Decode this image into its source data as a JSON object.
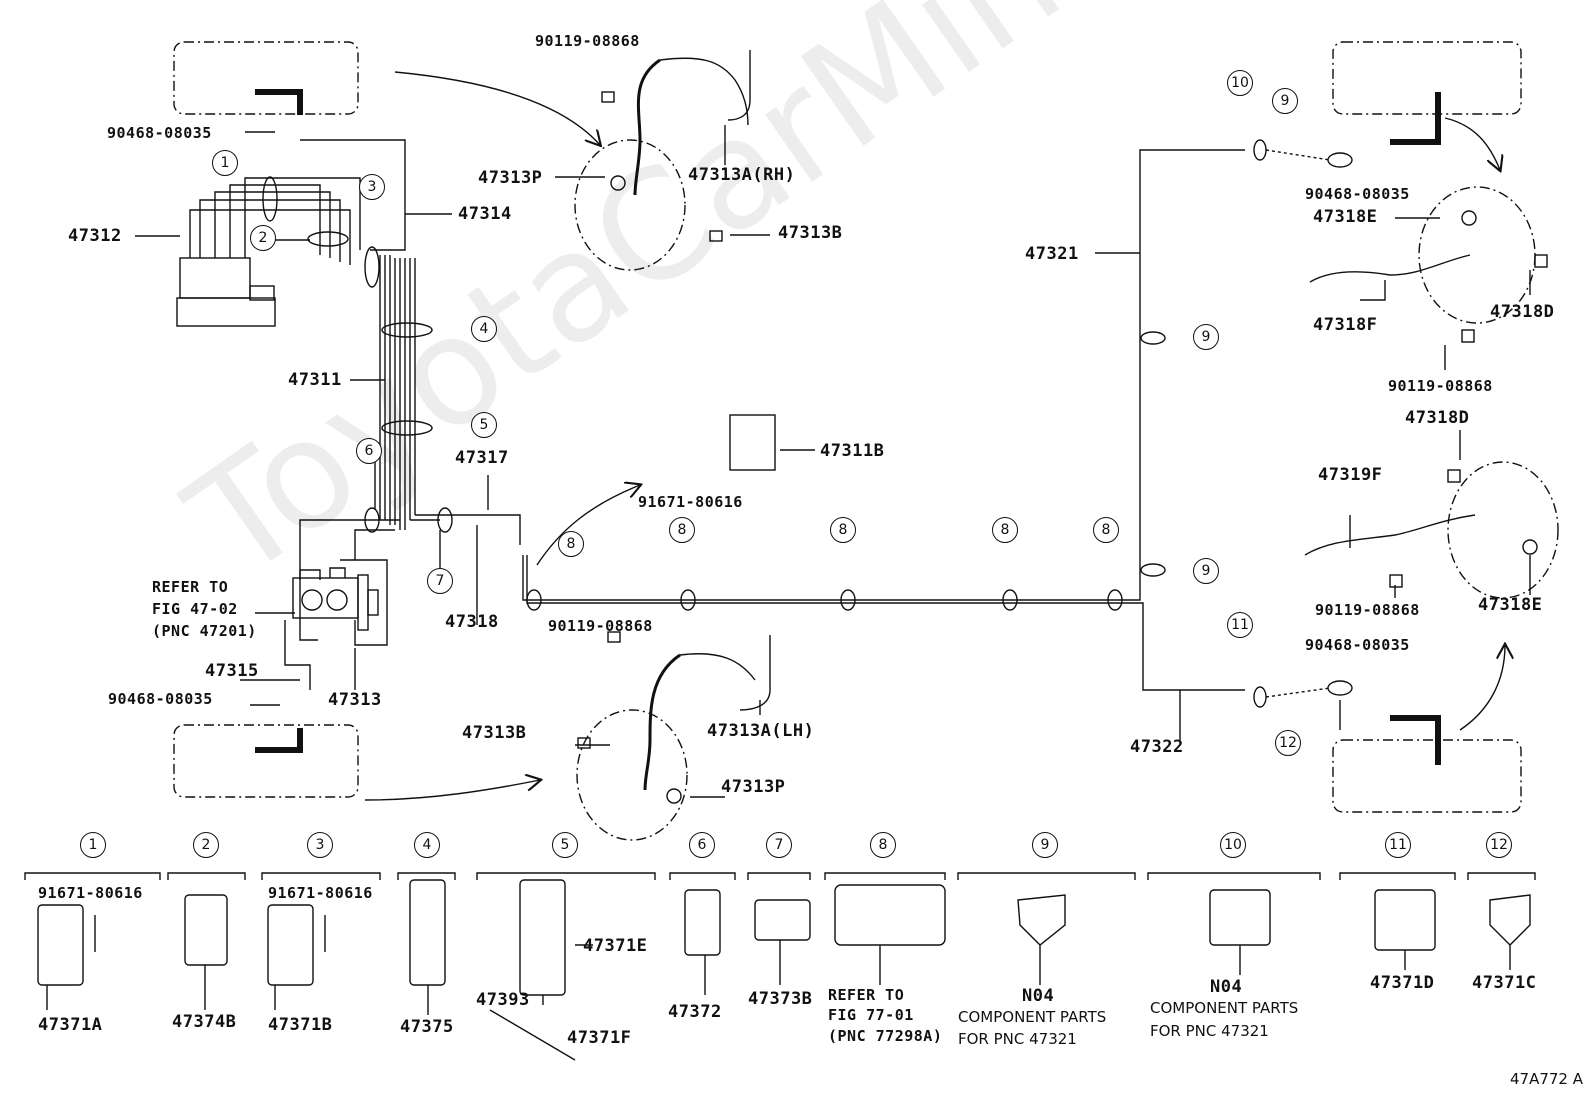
{
  "diagram_code": "47A772 A",
  "watermark": "ToyotaCarMine.ru",
  "labels": {
    "p90119_a": "90119-08868",
    "p90468_a": "90468-08035",
    "p47313P_a": "47313P",
    "p47313A_rh": "47313A(RH)",
    "p47313B_a": "47313B",
    "p47312": "47312",
    "p47314": "47314",
    "p47311": "47311",
    "p47311B": "47311B",
    "p91671_a": "91671-80616",
    "p47317": "47317",
    "p47318": "47318",
    "p47315": "47315",
    "p47313": "47313",
    "p90468_b": "90468-08035",
    "p90119_b": "90119-08868",
    "p47313B_b": "47313B",
    "p47313A_lh": "47313A(LH)",
    "p47313P_b": "47313P",
    "p47321": "47321",
    "p47322": "47322",
    "p90468_c": "90468-08035",
    "p47318E_a": "47318E",
    "p47318F": "47318F",
    "p47318D_a": "47318D",
    "p90119_c": "90119-08868",
    "p47318D_b": "47318D",
    "p47319F": "47319F",
    "p90119_d": "90119-08868",
    "p47318E_b": "47318E",
    "p90468_d": "90468-08035"
  },
  "refer_fig47": [
    "REFER TO",
    "FIG 47-02",
    "(PNC 47201)"
  ],
  "callouts": [
    "1",
    "2",
    "3",
    "4",
    "5",
    "6",
    "7",
    "8",
    "9",
    "10",
    "11",
    "12"
  ],
  "legend": {
    "c1_pn": "91671-80616",
    "c1_part": "47371A",
    "c2_part": "47374B",
    "c3_pn": "91671-80616",
    "c3_part": "47371B",
    "c4_part": "47375",
    "c5_a": "47371E",
    "c5_b": "47393",
    "c5_c": "47371F",
    "c6_part": "47372",
    "c7_part": "47373B",
    "c8_refer": [
      "REFER TO",
      "FIG 77-01",
      "(PNC 77298A)"
    ],
    "c9_part": "N04",
    "c9_note": [
      "COMPONENT PARTS",
      "FOR PNC 47321"
    ],
    "c10_part": "N04",
    "c10_note": [
      "COMPONENT PARTS",
      "FOR PNC 47321"
    ],
    "c11_part": "47371D",
    "c12_part": "47371C"
  }
}
